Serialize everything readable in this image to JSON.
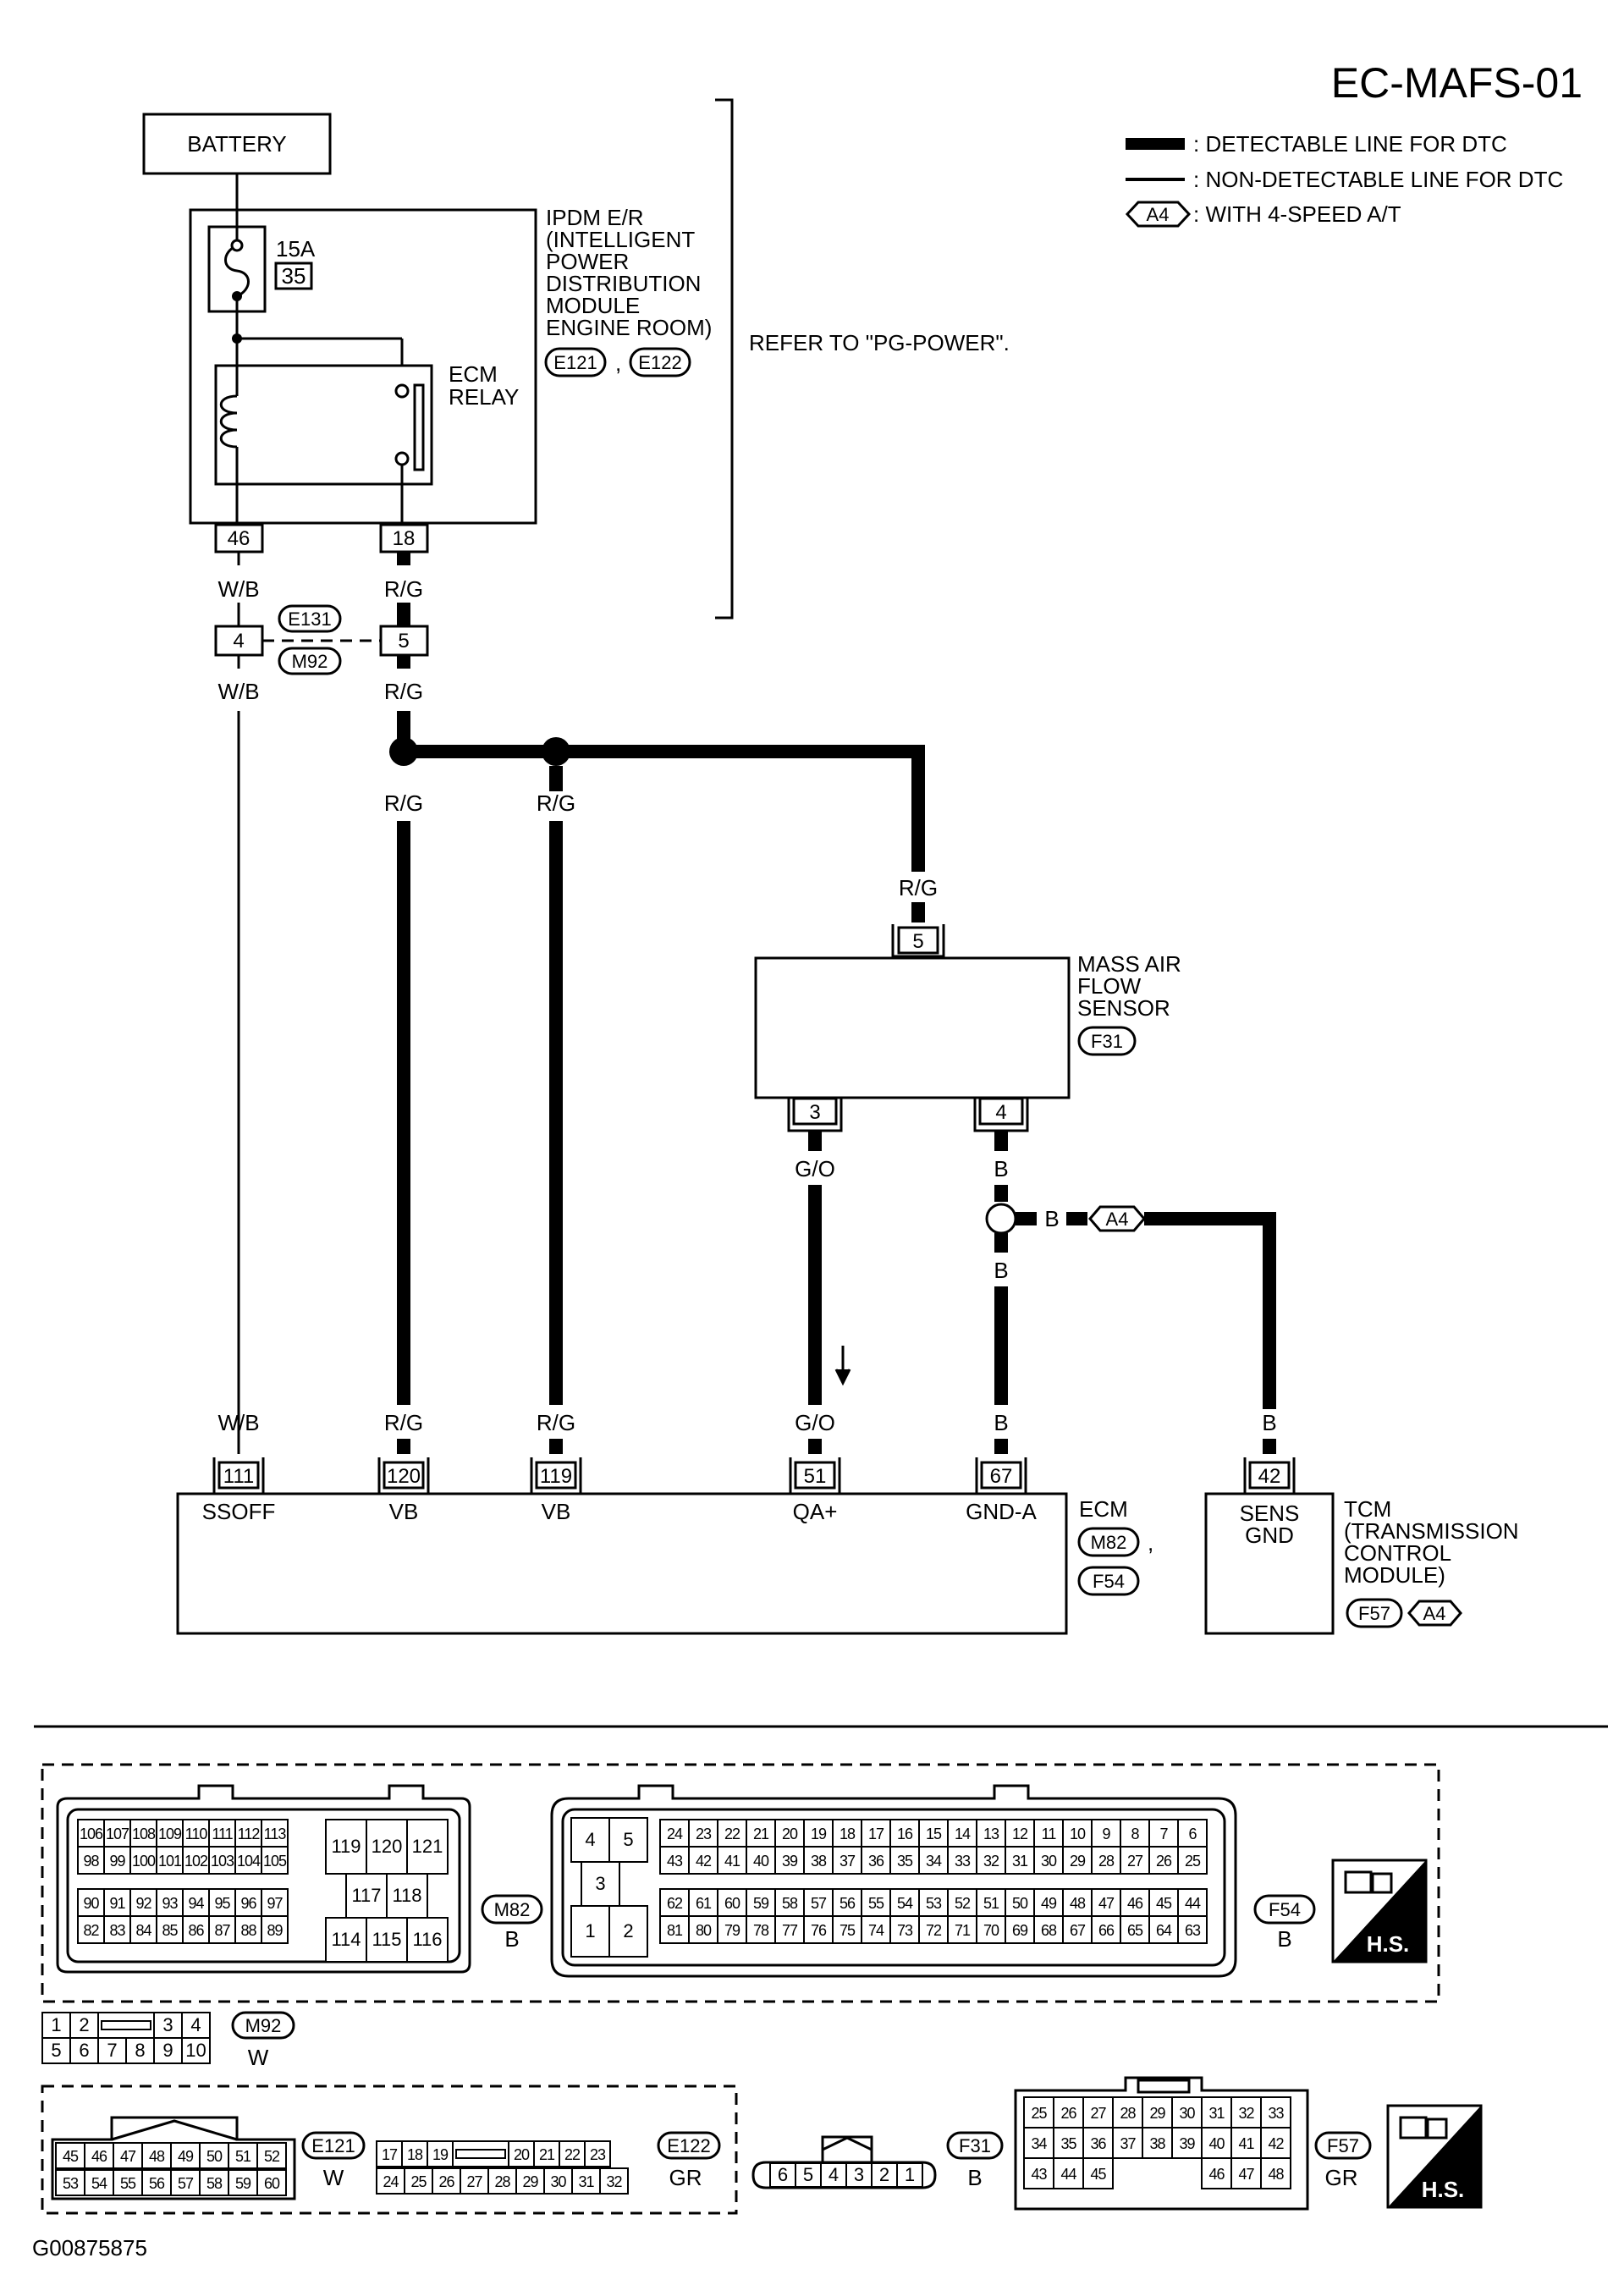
{
  "title": "EC-MAFS-01",
  "footer_code": "G00875875",
  "legend": {
    "detectable": ": DETECTABLE LINE FOR DTC",
    "non_detectable": ": NON-DETECTABLE LINE FOR DTC",
    "option_tag": "A4",
    "option_text": ": WITH 4-SPEED A/T"
  },
  "battery": "BATTERY",
  "ipdm": {
    "name_lines": [
      "IPDM E/R",
      "(INTELLIGENT",
      "POWER",
      "DISTRIBUTION",
      "MODULE",
      "ENGINE ROOM)"
    ],
    "connectors": [
      "E121",
      "E122"
    ],
    "sep": ",",
    "refer": "REFER TO \"PG-POWER\".",
    "fuse_amp": "15A",
    "fuse_no": "35",
    "relay_lines": [
      "ECM",
      "RELAY"
    ],
    "pin_left": "46",
    "pin_right": "18"
  },
  "joint": {
    "connectors": [
      "E131",
      "M92"
    ],
    "pin_left": "4",
    "pin_right": "5"
  },
  "wires": {
    "wb": "W/B",
    "rg": "R/G",
    "go": "G/O",
    "b": "B"
  },
  "maf": {
    "name_lines": [
      "MASS AIR",
      "FLOW",
      "SENSOR"
    ],
    "connector": "F31",
    "pin_top": "5",
    "pin_left": "3",
    "pin_right": "4"
  },
  "ecm": {
    "name": "ECM",
    "connectors": [
      "M82",
      "F54"
    ],
    "sep": ",",
    "pins": [
      {
        "num": "111",
        "label": "SSOFF"
      },
      {
        "num": "120",
        "label": "VB"
      },
      {
        "num": "119",
        "label": "VB"
      },
      {
        "num": "51",
        "label": "QA+"
      },
      {
        "num": "67",
        "label": "GND-A"
      }
    ]
  },
  "tcm": {
    "pin": "42",
    "pin_label": [
      "SENS",
      "GND"
    ],
    "name_lines": [
      "TCM",
      "(TRANSMISSION",
      "CONTROL",
      "MODULE)"
    ],
    "connector": "F57",
    "option": "A4"
  },
  "connectors": {
    "m82": {
      "tag": "M82",
      "color": "B",
      "grid_top": [
        [
          "106",
          "107",
          "108",
          "109",
          "110",
          "111",
          "112",
          "113"
        ],
        [
          "98",
          "99",
          "100",
          "101",
          "102",
          "103",
          "104",
          "105"
        ]
      ],
      "grid_bot": [
        [
          "90",
          "91",
          "92",
          "93",
          "94",
          "95",
          "96",
          "97"
        ],
        [
          "82",
          "83",
          "84",
          "85",
          "86",
          "87",
          "88",
          "89"
        ]
      ],
      "mid_top": [
        "119",
        "120",
        "121"
      ],
      "mid_mid": [
        "117",
        "118"
      ],
      "mid_bot": [
        "114",
        "115",
        "116"
      ]
    },
    "f54": {
      "tag": "F54",
      "color": "B",
      "left_top": [
        "4",
        "5"
      ],
      "left_mid": "3",
      "left_bot": [
        "1",
        "2"
      ],
      "rows": [
        [
          "24",
          "23",
          "22",
          "21",
          "20",
          "19",
          "18",
          "17",
          "16",
          "15",
          "14",
          "13",
          "12",
          "11",
          "10",
          "9",
          "8",
          "7",
          "6"
        ],
        [
          "43",
          "42",
          "41",
          "40",
          "39",
          "38",
          "37",
          "36",
          "35",
          "34",
          "33",
          "32",
          "31",
          "30",
          "29",
          "28",
          "27",
          "26",
          "25"
        ],
        [
          "62",
          "61",
          "60",
          "59",
          "58",
          "57",
          "56",
          "55",
          "54",
          "53",
          "52",
          "51",
          "50",
          "49",
          "48",
          "47",
          "46",
          "45",
          "44"
        ],
        [
          "81",
          "80",
          "79",
          "78",
          "77",
          "76",
          "75",
          "74",
          "73",
          "72",
          "71",
          "70",
          "69",
          "68",
          "67",
          "66",
          "65",
          "64",
          "63"
        ]
      ]
    },
    "hs_label": "H.S.",
    "m92": {
      "tag": "M92",
      "color": "W",
      "top": [
        "1",
        "2",
        "",
        "3",
        "4"
      ],
      "bot": [
        "5",
        "6",
        "7",
        "8",
        "9",
        "10"
      ]
    },
    "e121": {
      "tag": "E121",
      "color": "W",
      "top": [
        "45",
        "46",
        "47",
        "48",
        "49",
        "50",
        "51",
        "52"
      ],
      "bot": [
        "53",
        "54",
        "55",
        "56",
        "57",
        "58",
        "59",
        "60"
      ]
    },
    "e122": {
      "tag": "E122",
      "color": "GR",
      "top": [
        "17",
        "18",
        "19",
        "",
        "20",
        "21",
        "22",
        "23"
      ],
      "bot": [
        "24",
        "25",
        "26",
        "27",
        "28",
        "29",
        "30",
        "31",
        "32"
      ]
    },
    "f31": {
      "tag": "F31",
      "color": "B",
      "pins": [
        "6",
        "5",
        "4",
        "3",
        "2",
        "1"
      ]
    },
    "f57": {
      "tag": "F57",
      "color": "GR",
      "row1": [
        "25",
        "26",
        "27",
        "28",
        "29",
        "30",
        "31",
        "32",
        "33"
      ],
      "row2": [
        "34",
        "35",
        "36",
        "37",
        "38",
        "39",
        "40",
        "41",
        "42"
      ],
      "row3": [
        "43",
        "44",
        "45",
        "",
        "",
        "",
        "46",
        "47",
        "48"
      ]
    }
  }
}
